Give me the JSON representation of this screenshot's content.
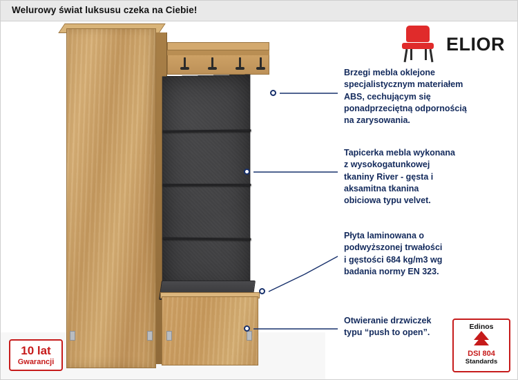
{
  "banner": {
    "headline": "Welurowy świat luksusu czeka na Ciebie!"
  },
  "logo": {
    "wordmark": "ELIOR",
    "mark_icon": "red-chair-icon"
  },
  "product": {
    "name": "zestaw mebli przedpokojowych",
    "wardrobe_finish": "dąb craft złoty",
    "upholstery_finish": "ciemnoszary welur"
  },
  "annotations": [
    {
      "id": "abs-edges",
      "text": "Brzegi mebla oklejone\nspecjalistycznym materiałem\nABS, cechującym się\nponadprzeciętną odpornością\nna zarysowania."
    },
    {
      "id": "upholstery",
      "text": "Tapicerka mebla wykonana\nz wysokogatunkowej\ntkaniny River - gęsta i\naksamitna tkanina\nobiciowa typu velvet."
    },
    {
      "id": "laminated-board",
      "text": "Płyta laminowana o\npodwyższonej trwałości\ni gęstości 684 kg/m3 wg\nbadania normy EN 323."
    },
    {
      "id": "push-to-open",
      "text": "Otwieranie drzwiczek\ntypu “push to open”."
    }
  ],
  "badges": {
    "warranty": {
      "years": "10 lat",
      "label": "Gwarancji"
    },
    "edinos": {
      "brand": "Edinos",
      "code": "DSI 804",
      "standards": "Standards",
      "icon": "tree-logo-icon"
    }
  },
  "colors": {
    "text_navy": "#132a5c",
    "accent_red": "#c61b1b",
    "banner_bg": "#e9e9e9",
    "wood": "#cfa569",
    "velvet": "#3a3a3c"
  }
}
